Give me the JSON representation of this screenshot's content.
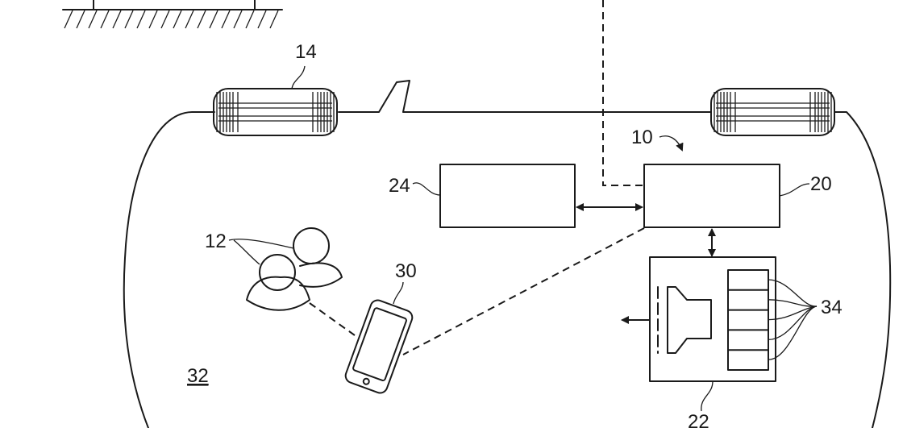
{
  "figure": {
    "type": "patent-drawing",
    "subject": "vehicle with audio system and in-cabin occupants"
  },
  "labels": {
    "system": "10",
    "occupants": "12",
    "tire": "14",
    "controller": "20",
    "audio_unit": "22",
    "module": "24",
    "mobile_device": "30",
    "cabin": "32",
    "speaker_elements": "34"
  },
  "colors": {
    "line": "#1a1a1a",
    "background": "#ffffff"
  }
}
